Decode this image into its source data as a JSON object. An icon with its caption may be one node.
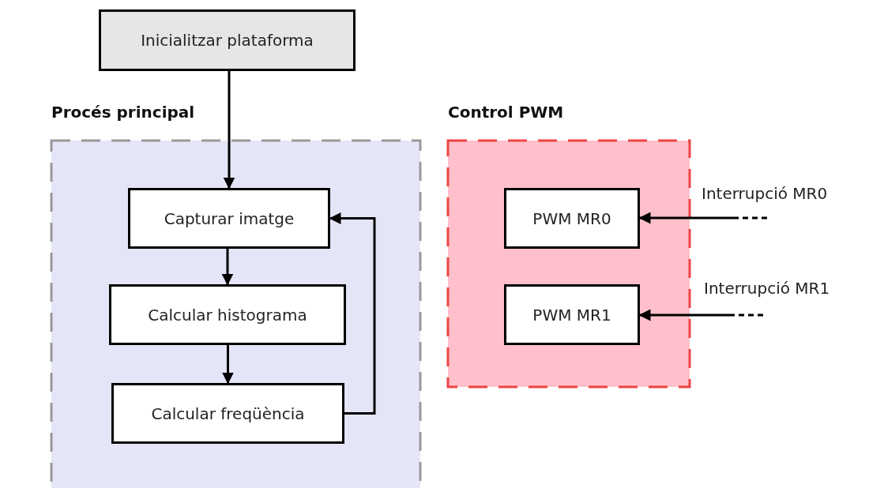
{
  "diagram": {
    "nodes": [
      {
        "text": [
          "Inicialitzar plataforma"
        ]
      },
      {
        "text": [
          "Procés principal"
        ]
      },
      {
        "text": [
          "Capturar imatge"
        ],
        "in": 1
      },
      {
        "text": [
          "Calcular histograma"
        ],
        "in": 1
      },
      {
        "text": [
          "Calcular freqüència"
        ],
        "in": 1
      },
      {
        "text": [
          "Control PWM"
        ]
      },
      {
        "text": [
          "PWM MR0"
        ],
        "in": 5
      },
      {
        "text": [
          "PWM MR1"
        ],
        "in": 5
      },
      {
        "text": [
          "Interrupció MR0"
        ]
      },
      {
        "text": [
          "Interrupció MR1"
        ]
      }
    ],
    "edges": [
      {
        "from": 0,
        "to": 2,
        "arrow": "to"
      },
      {
        "from": 2,
        "to": 3,
        "arrow": "to"
      },
      {
        "from": 3,
        "to": 4,
        "arrow": "to"
      },
      {
        "from": 4,
        "to": 2,
        "arrow": "to"
      },
      {
        "from": 8,
        "to": 6,
        "arrow": "to"
      },
      {
        "from": 9,
        "to": 7,
        "arrow": "to"
      }
    ]
  }
}
